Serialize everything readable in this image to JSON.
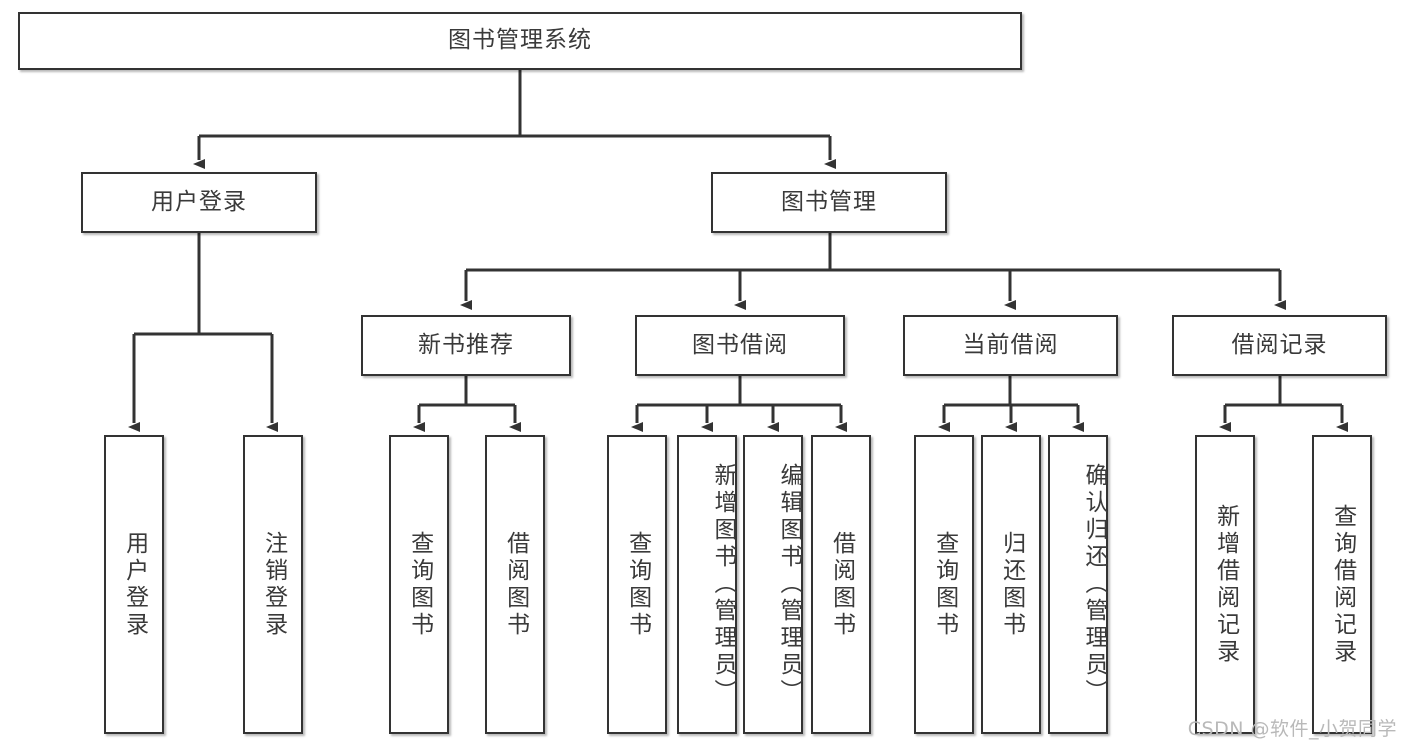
{
  "diagram": {
    "title": "图书管理系统",
    "type": "tree-hierarchy-diagram",
    "colors": {
      "box_border": "#333333",
      "box_fill": "#ffffff",
      "text": "#3a3a3a",
      "edge": "#333333",
      "watermark": "#b9b9b9",
      "background": "#ffffff"
    },
    "root": {
      "label": "图书管理系统"
    },
    "level2": [
      {
        "label": "用户登录"
      },
      {
        "label": "图书管理"
      }
    ],
    "level3": [
      {
        "label": "新书推荐"
      },
      {
        "label": "图书借阅"
      },
      {
        "label": "当前借阅"
      },
      {
        "label": "借阅记录"
      }
    ],
    "leaves": {
      "user_login": [
        {
          "label": "用户登录"
        },
        {
          "label": "注销登录"
        }
      ],
      "new_book_recommend": [
        {
          "label": "查询图书"
        },
        {
          "label": "借阅图书"
        }
      ],
      "book_borrow": [
        {
          "label": "查询图书"
        },
        {
          "label": "新增图书（管理员）"
        },
        {
          "label": "编辑图书（管理员）"
        },
        {
          "label": "借阅图书"
        }
      ],
      "current_borrow": [
        {
          "label": "查询图书"
        },
        {
          "label": "归还图书"
        },
        {
          "label": "确认归还（管理员）"
        }
      ],
      "borrow_record": [
        {
          "label": "新增借阅记录"
        },
        {
          "label": "查询借阅记录"
        }
      ]
    }
  },
  "watermark": {
    "text": "CSDN @软件_小贺同学"
  }
}
